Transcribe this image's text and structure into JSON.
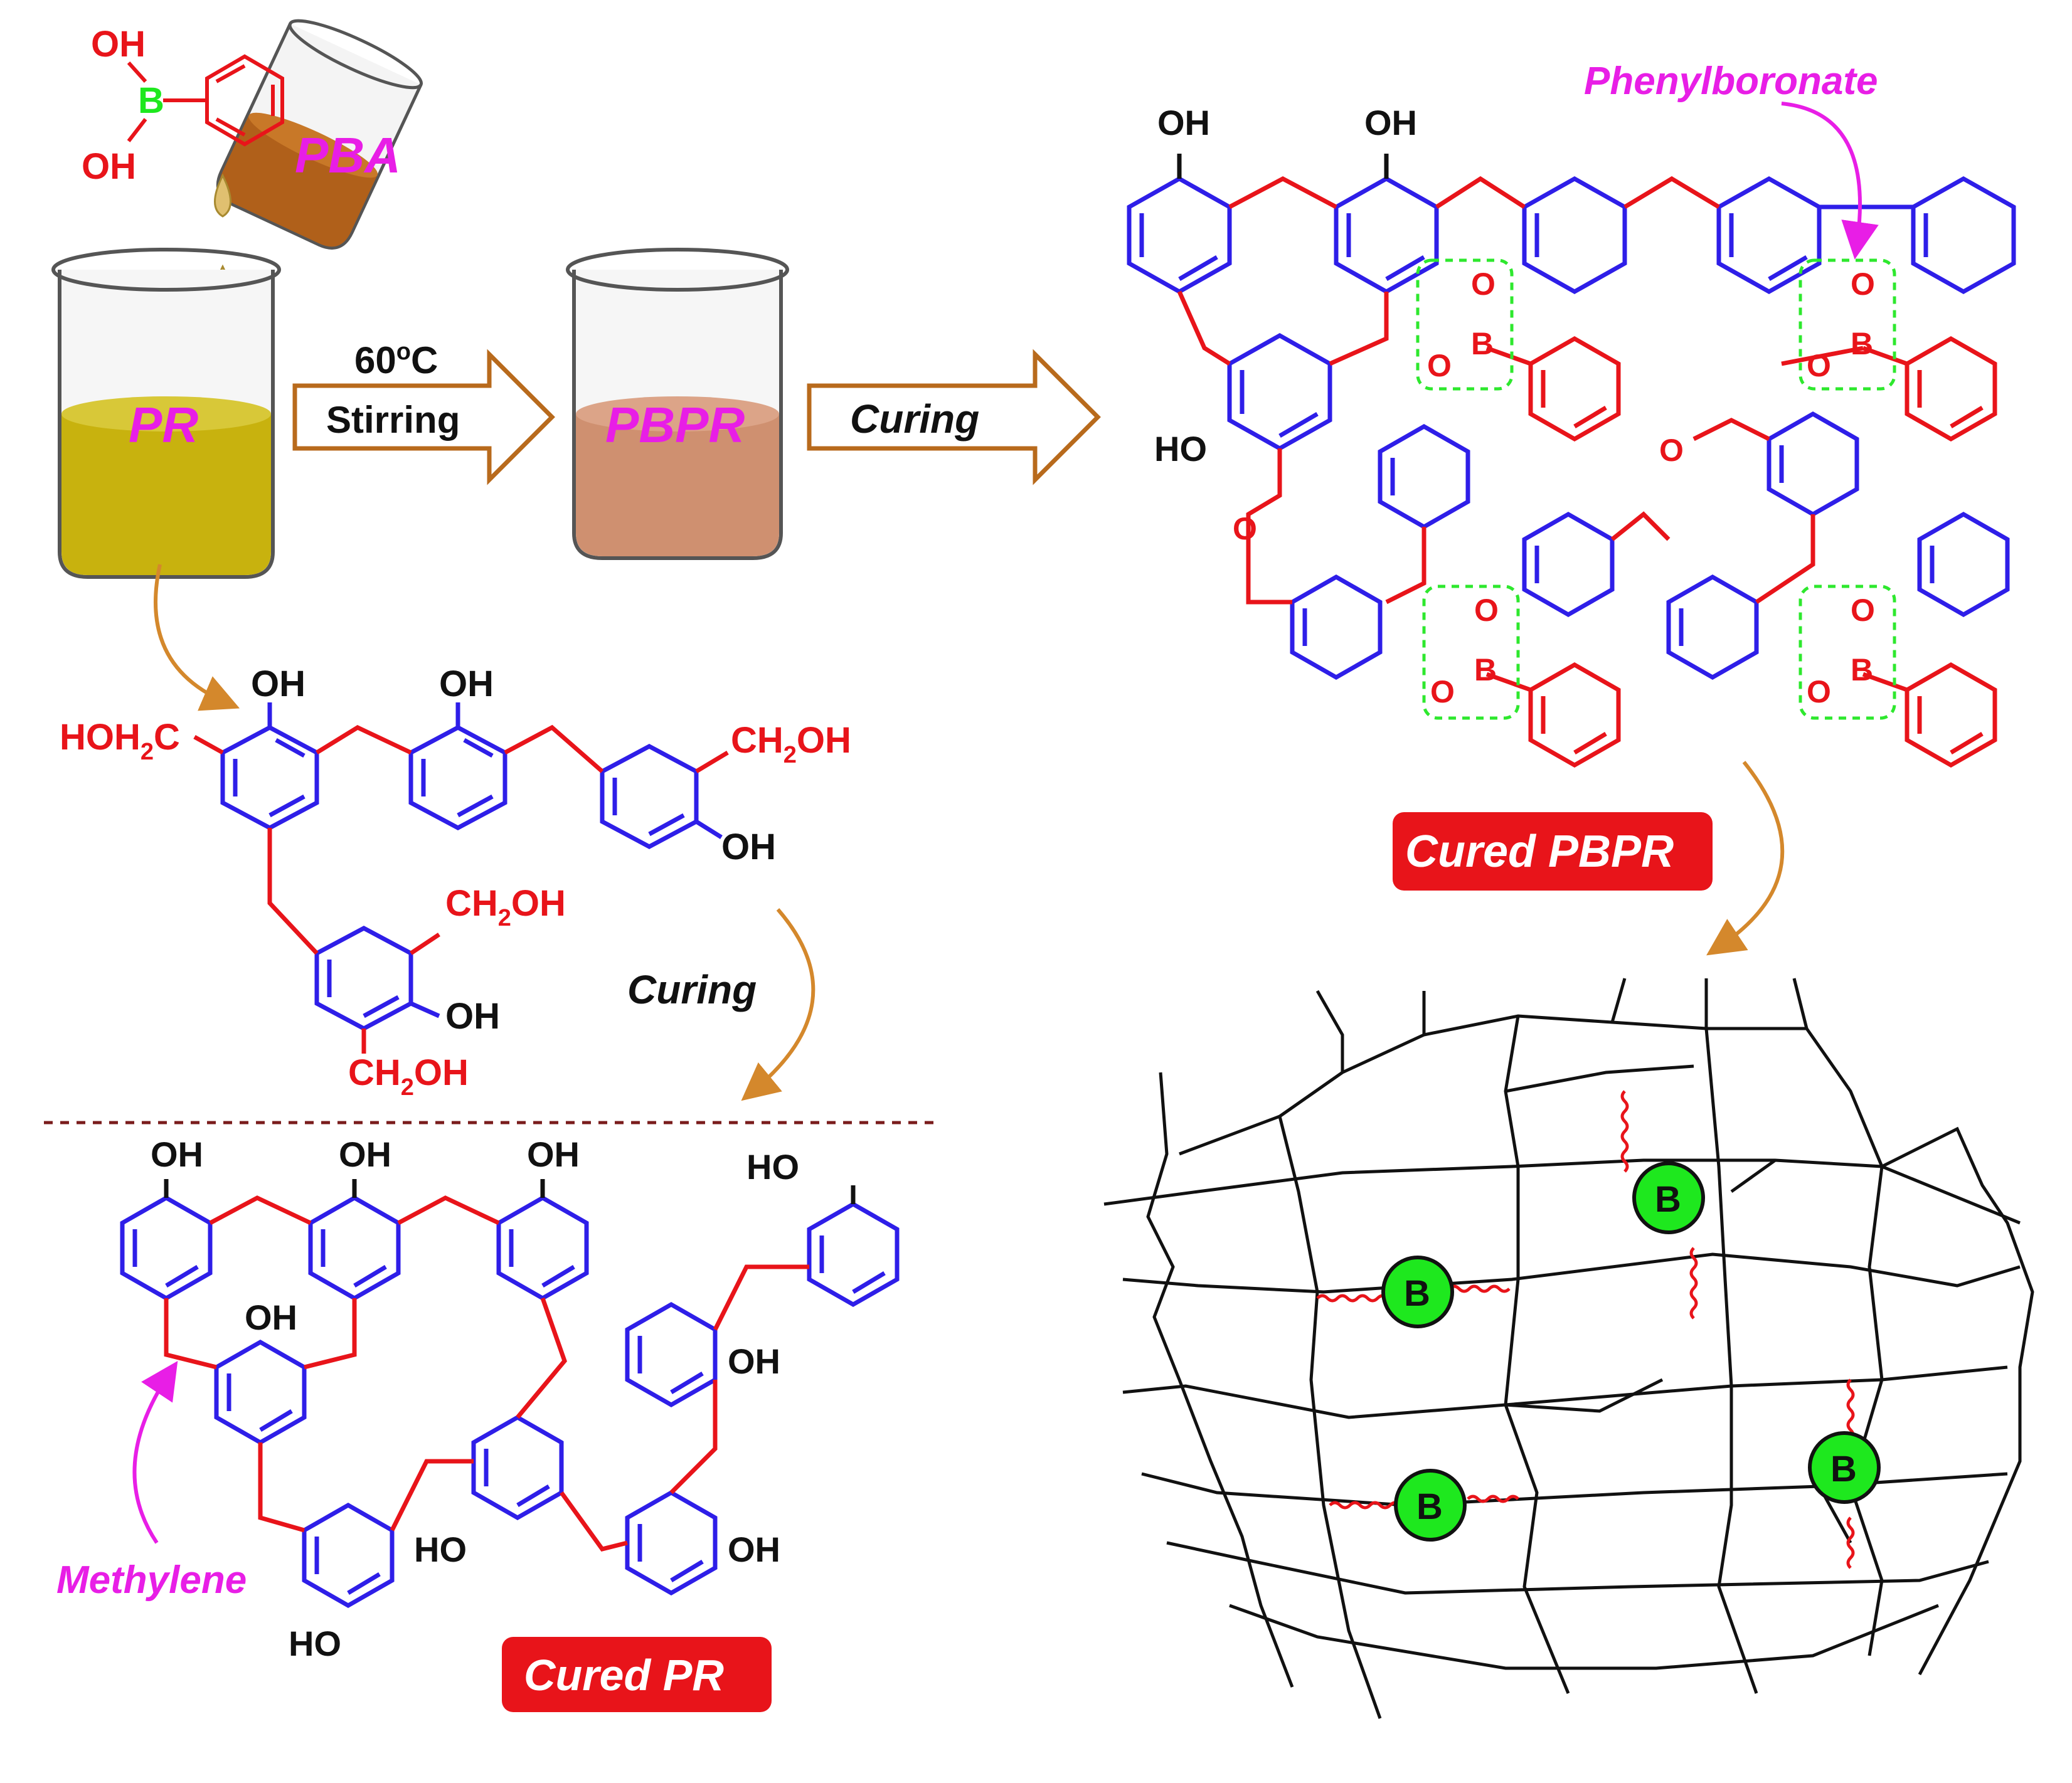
{
  "colors": {
    "ring_blue": "#2e1ee8",
    "bond_red": "#e8141a",
    "label_black": "#111111",
    "label_magenta": "#e81ee6",
    "pill_red": "#e8141a",
    "boron_green": "#1ee81e",
    "pr_liquid": "#c8b20e",
    "pbpr_liquid": "#cf9070",
    "pba_liquid": "#b0601a",
    "arrow_outline": "#b86a1c",
    "curved_arrow": "#d4882c",
    "dashed_divider": "#7a1c1c",
    "box_dashed_green": "#2ee82e"
  },
  "beakers": {
    "pba_label": "PBA",
    "pr_label": "PR",
    "pbpr_label": "PBPR"
  },
  "arrows": {
    "step1_line1": "60",
    "step1_sup": "o",
    "step1_unit": "C",
    "step1_line2": "Stirring",
    "step2": "Curing",
    "curing_side": "Curing"
  },
  "pba_molecule": {
    "oh_top": "OH",
    "boron": "B",
    "oh_bottom": "OH"
  },
  "pr_molecule": {
    "hoh2c": "HOH",
    "hoh2c_sub": "2",
    "hoh2c_end": "C",
    "oh_1": "OH",
    "oh_2": "OH",
    "ch2oh_right": "CH",
    "ch2oh_right_sub": "2",
    "ch2oh_right_end": "OH",
    "oh_right": "OH",
    "ch2oh_lower_top": "CH",
    "ch2oh_lower_top_sub": "2",
    "ch2oh_lower_top_end": "OH",
    "oh_lower": "OH",
    "ch2oh_lower_bottom": "CH",
    "ch2oh_lower_bottom_sub": "2",
    "ch2oh_lower_bottom_end": "OH"
  },
  "cured_pr": {
    "oh_a": "OH",
    "oh_b": "OH",
    "oh_c": "OH",
    "ho_d": "HO",
    "oh_e": "OH",
    "oh_f": "OH",
    "ho_g": "HO",
    "oh_h": "OH",
    "ho_i": "HO",
    "methylene_label": "Methylene",
    "pill_label": "Cured PR"
  },
  "cured_pbpr": {
    "oh_a": "OH",
    "oh_b": "OH",
    "ho_c": "HO",
    "phenylboronate_label": "Phenylboronate",
    "o": "O",
    "b": "B",
    "pill_label": "Cured PBPR"
  },
  "network": {
    "boron_nodes": [
      "B",
      "B",
      "B",
      "B"
    ]
  }
}
